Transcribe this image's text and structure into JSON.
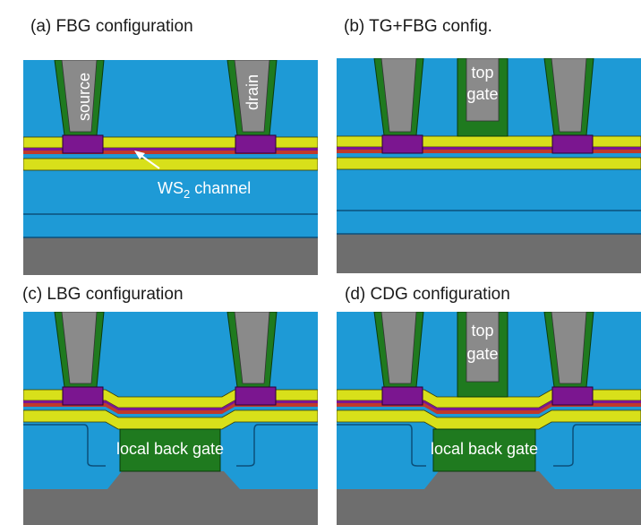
{
  "colors": {
    "blue": "#1e9ad6",
    "gray": "#6e6e6e",
    "metal": "#8a8a8a",
    "green": "#1f7a1f",
    "yellow": "#d8e01a",
    "purple": "#7b1690",
    "red": "#c0392b",
    "white": "#ffffff"
  },
  "panels": {
    "a": {
      "title": "(a) FBG configuration",
      "source": "source",
      "drain": "drain",
      "channel_main": "WS",
      "channel_sub": "2",
      "channel_rest": " channel"
    },
    "b": {
      "title": "(b) TG+FBG config.",
      "top1": "top",
      "top2": "gate"
    },
    "c": {
      "title": "(c) LBG configuration",
      "lbg": "local back gate"
    },
    "d": {
      "title": "(d) CDG configuration",
      "top1": "top",
      "top2": "gate",
      "lbg": "local back gate"
    }
  }
}
